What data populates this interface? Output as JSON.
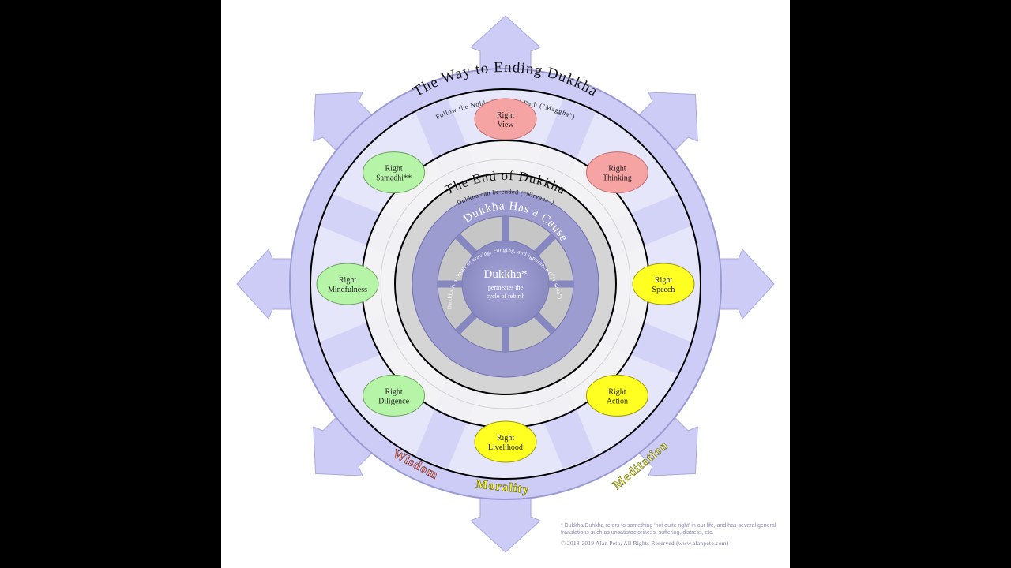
{
  "diagram": {
    "outer_title": "The Way to Ending Dukkha",
    "outer_subtitle": "Follow the Noble Eightfold Path (\"Maggha\")",
    "middle_title": "The End of Dukkha",
    "middle_subtitle": "Dukkha can be ended (\"Nirvana\")",
    "inner_title": "Dukkha Has a Cause",
    "inner_subtitle": "Dukkha is a result of craving, clinging, and ignorance (\"Trishna\")",
    "center": {
      "title": "Dukkha*",
      "line1": "permeates the",
      "line2": "cycle of rebirth"
    },
    "path_nodes": [
      {
        "line1": "Right",
        "line2": "View",
        "group": "wisdom"
      },
      {
        "line1": "Right",
        "line2": "Thinking",
        "group": "wisdom"
      },
      {
        "line1": "Right",
        "line2": "Speech",
        "group": "morality"
      },
      {
        "line1": "Right",
        "line2": "Action",
        "group": "morality"
      },
      {
        "line1": "Right",
        "line2": "Livelihood",
        "group": "morality"
      },
      {
        "line1": "Right",
        "line2": "Diligence",
        "group": "meditation"
      },
      {
        "line1": "Right",
        "line2": "Mindfulness",
        "group": "meditation"
      },
      {
        "line1": "Right",
        "line2": "Samadhi**",
        "group": "meditation"
      }
    ],
    "categories": {
      "wisdom": "Wisdom",
      "morality": "Morality",
      "meditation": "Meditation"
    },
    "colors": {
      "wisdom": "#f5a3a3",
      "morality": "#ffff22",
      "meditation": "#b6f5a8",
      "wheel": "#ccccf7",
      "wheel_dark": "#8c8cc8",
      "gray_ring": "#d3d3d3"
    }
  },
  "footnote": "* Dukkha/Duhkha refers to something 'not quite right' in our life, and has several general translations such as unsatisfactoriness, suffering, distress, etc.",
  "copyright": "© 2018-2019 Alan Peto, All Rights Reserved (www.alanpeto.com)"
}
